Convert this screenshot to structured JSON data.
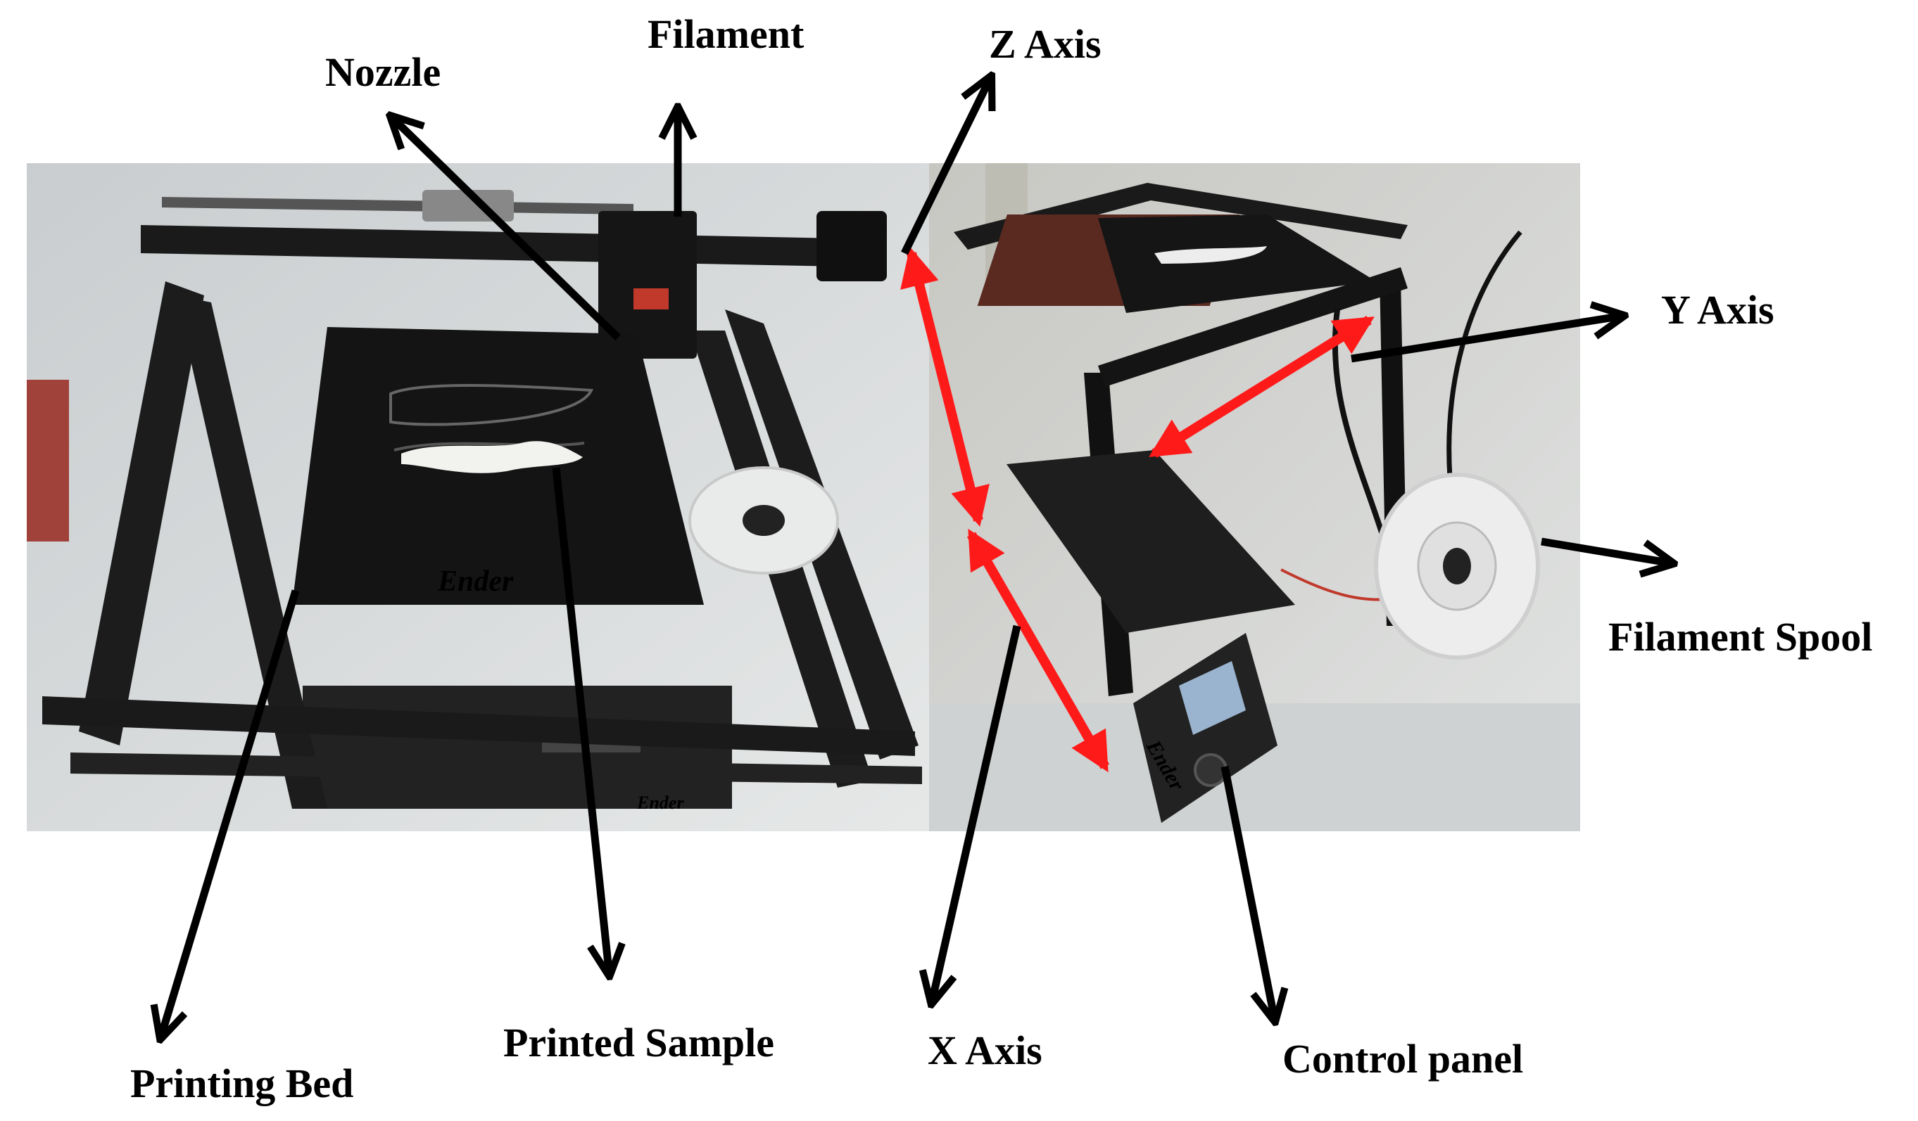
{
  "labels": {
    "nozzle": "Nozzle",
    "filament": "Filament",
    "z_axis": "Z Axis",
    "y_axis": "Y Axis",
    "filament_spool": "Filament Spool",
    "printing_bed": "Printing Bed",
    "printed_sample": "Printed Sample",
    "x_axis": "X Axis",
    "control_panel": "Control panel"
  },
  "photo_text": {
    "bed_logo": "Ender",
    "panel_logo": "Ender",
    "base_logo": "Ender"
  },
  "colors": {
    "pointer_arrow": "#000000",
    "axis_arrow": "#ff1a1a",
    "frame": "#1a1a1a",
    "bed": "#141414",
    "wall": "#d9dcdc",
    "sample": "#f2f2ef"
  }
}
